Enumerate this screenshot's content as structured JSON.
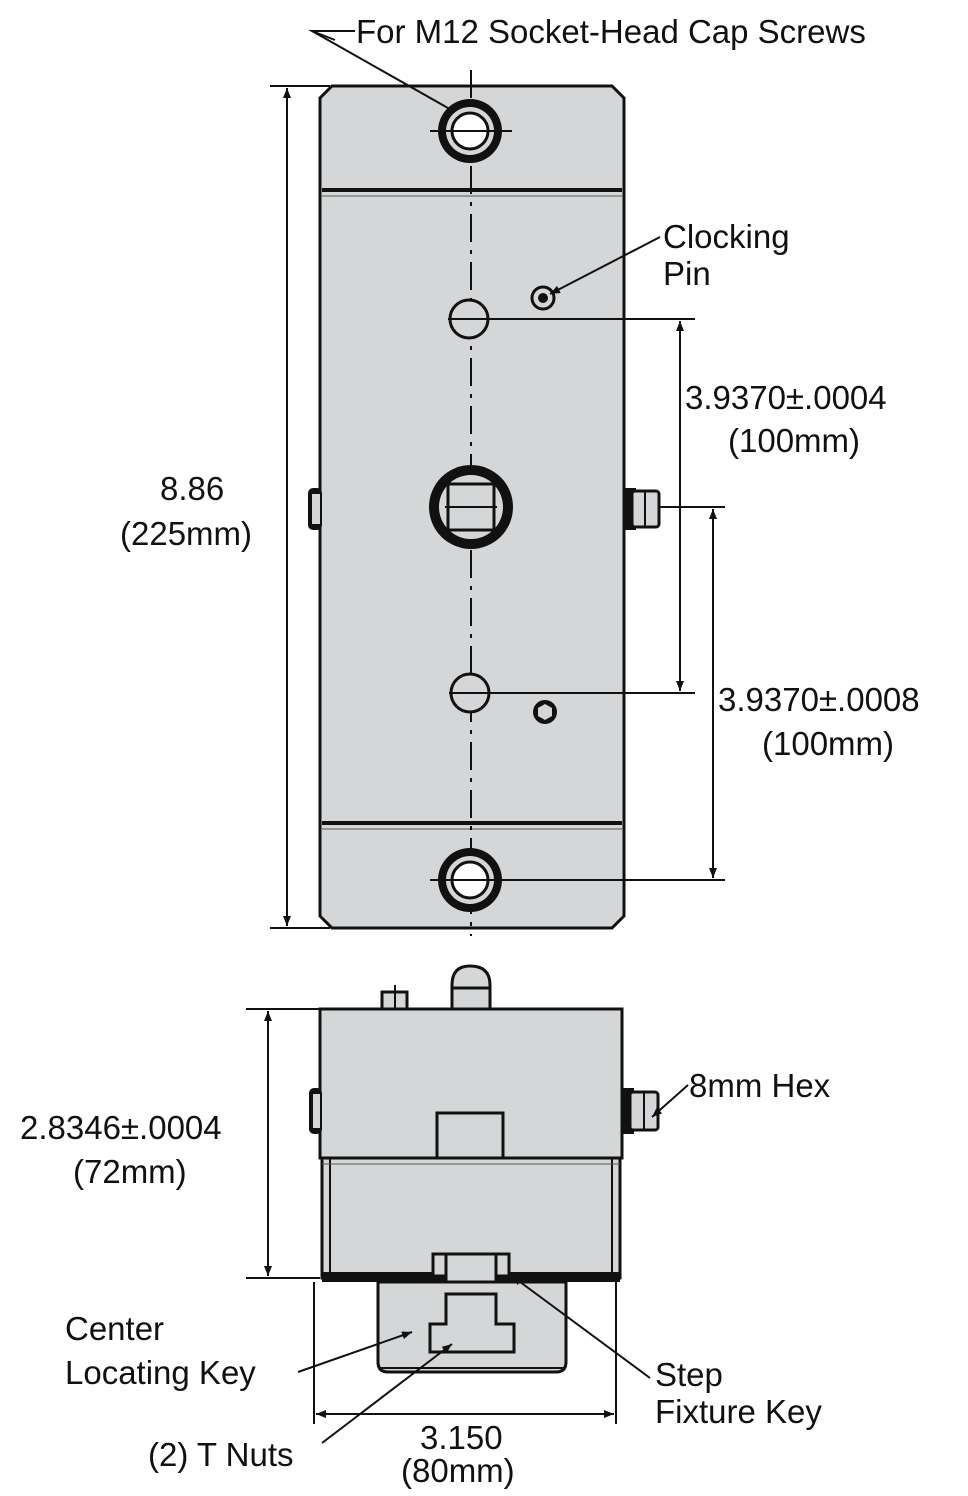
{
  "labels": {
    "screws": "For M12 Socket-Head Cap Screws",
    "clocking_line1": "Clocking",
    "clocking_line2": "Pin",
    "dim_pin_spacing_1": "3.9370±.0004",
    "dim_pin_spacing_1_mm": "(100mm)",
    "dim_overall_length": "8.86",
    "dim_overall_length_mm": "(225mm)",
    "dim_pin_spacing_2": "3.9370±.0008",
    "dim_pin_spacing_2_mm": "(100mm)",
    "hex": "8mm Hex",
    "dim_height": "2.8346±.0004",
    "dim_height_mm": "(72mm)",
    "center_key_line1": "Center",
    "center_key_line2": "Locating Key",
    "step_key_line1": "Step",
    "step_key_line2": "Fixture Key",
    "tnuts": "(2) T Nuts",
    "dim_width": "3.150",
    "dim_width_mm": "(80mm)"
  },
  "colors": {
    "body": "#d5d6d8",
    "outline": "#111111",
    "background": "#ffffff"
  }
}
